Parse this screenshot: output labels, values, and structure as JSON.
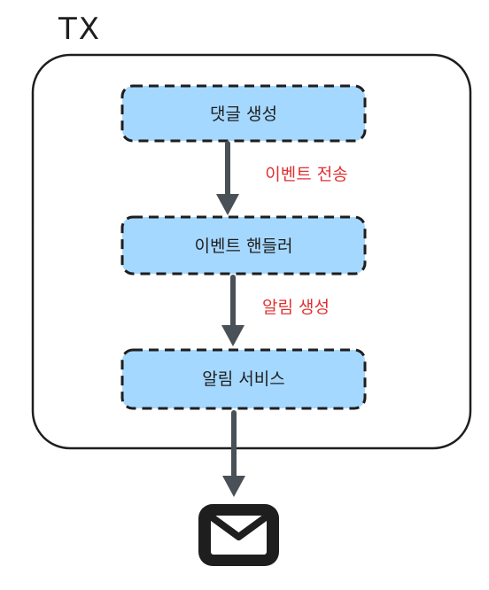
{
  "container": {
    "title": "TX"
  },
  "nodes": [
    {
      "id": "comment-create",
      "label": "댓글 생성"
    },
    {
      "id": "event-handler",
      "label": "이벤트 핸들러"
    },
    {
      "id": "notification-service",
      "label": "알림 서비스"
    }
  ],
  "edges": [
    {
      "from": "comment-create",
      "to": "event-handler",
      "label": "이벤트 전송"
    },
    {
      "from": "event-handler",
      "to": "notification-service",
      "label": "알림 생성"
    },
    {
      "from": "notification-service",
      "to": "mail-icon",
      "label": ""
    }
  ],
  "colors": {
    "box_fill": "#a5d8ff",
    "stroke": "#1e1e1e",
    "arrow": "#495057",
    "edge_label": "#e03131"
  },
  "icons": {
    "output": "mail-icon"
  }
}
